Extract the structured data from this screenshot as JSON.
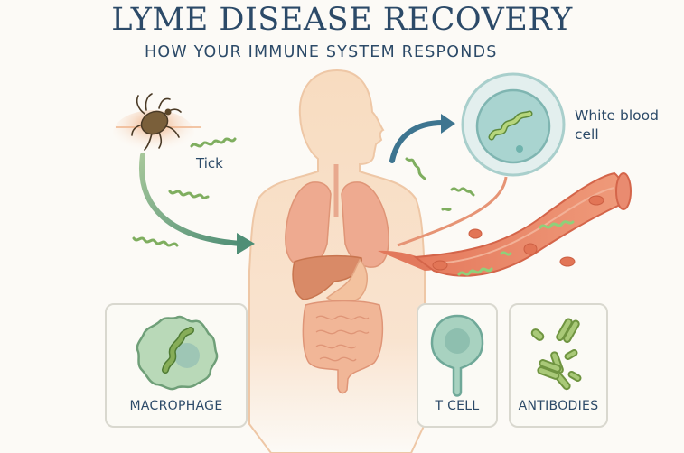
{
  "header": {
    "title": "LYME DISEASE RECOVERY",
    "subtitle": "HOW YOUR IMMUNE SYSTEM RESPONDS"
  },
  "labels": {
    "tick": "Tick",
    "white_blood_cell": "White blood cell"
  },
  "cards": [
    {
      "id": "macrophage",
      "label": "MACROPHAGE",
      "icon": "macrophage-icon"
    },
    {
      "id": "t-cell",
      "label": "T CELL",
      "icon": "t-cell-icon"
    },
    {
      "id": "antibodies",
      "label": "ANTIBODIES",
      "icon": "antibodies-icon"
    }
  ],
  "colors": {
    "title": "#2c4a68",
    "background": "#fcfaf6",
    "skin": "#f8dcc0",
    "organ": "#e9a285",
    "vessel": "#e2795c",
    "bacteria": "#7fae5f",
    "arrow_green": "#5f9a7c",
    "arrow_blue": "#3e7590",
    "cell_teal": "#a9d4d0"
  }
}
